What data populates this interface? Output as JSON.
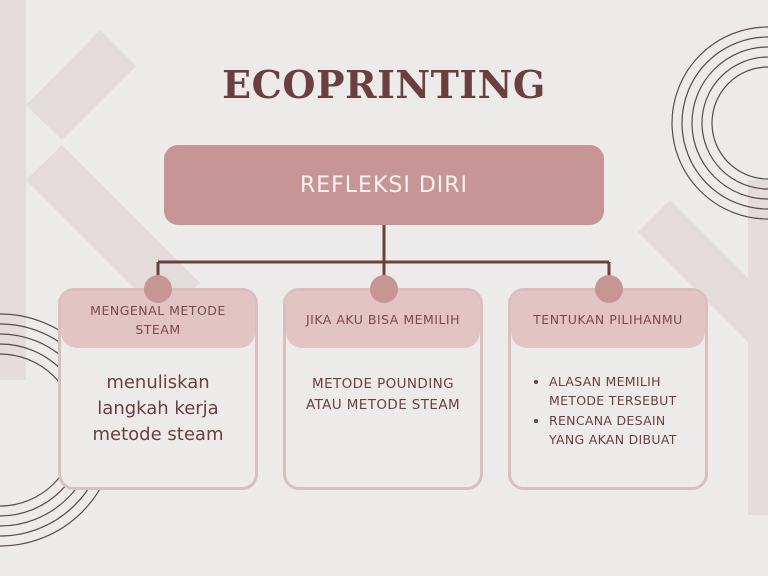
{
  "title": "ECOPRINTING",
  "root": {
    "label": "REFLEKSI DIRI"
  },
  "cards": [
    {
      "heading": "MENGENAL METODE STEAM",
      "body": "menuliskan langkah kerja metode steam"
    },
    {
      "heading": "JIKA AKU BISA MEMILIH",
      "body": "METODE POUNDING ATAU METODE STEAM"
    },
    {
      "heading": "TENTUKAN PILIHANMU",
      "items": [
        "ALASAN MEMILIH METODE TERSEBUT",
        "RENCANA DESAIN YANG AKAN DIBUAT"
      ]
    }
  ],
  "colors": {
    "background": "#ecebea",
    "title": "#6b3f3e",
    "root_box": "#c79595",
    "card_header": "#e2c4c4",
    "card_border": "#dbbfc0",
    "connector": "#6b3f3e"
  }
}
